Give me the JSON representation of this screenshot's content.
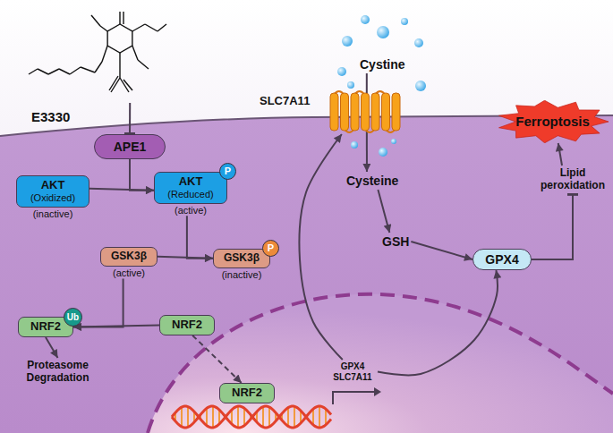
{
  "diagram": {
    "nodes": [
      {
        "text": [
          "E3330"
        ]
      },
      {
        "text": [
          "SLC7A11"
        ]
      },
      {
        "text": [
          "Cystine"
        ]
      },
      {
        "text": [
          "Ferroptosis"
        ]
      },
      {
        "text": [
          "APE1"
        ]
      },
      {
        "text": [
          "Cysteine"
        ]
      },
      {
        "text": [
          "Lipid peroxidation"
        ]
      },
      {
        "text": [
          "AKT",
          "(Oxidized)",
          "(inactive)"
        ]
      },
      {
        "text": [
          "AKT",
          "(Reduced)",
          "(active)"
        ]
      },
      {
        "text": [
          "P"
        ],
        "in": 8
      },
      {
        "text": [
          "GSH"
        ]
      },
      {
        "text": [
          "GPX4"
        ]
      },
      {
        "text": [
          "GSK3β",
          "(active)"
        ]
      },
      {
        "text": [
          "GSK3β",
          "(inactive)"
        ]
      },
      {
        "text": [
          "P"
        ],
        "in": 13
      },
      {
        "text": [
          "NRF2"
        ]
      },
      {
        "text": [
          "Ub"
        ],
        "in": 15
      },
      {
        "text": [
          "NRF2"
        ]
      },
      {
        "text": [
          "Proteasome Degradation"
        ]
      },
      {
        "text": [
          "NRF2"
        ]
      },
      {
        "text": [
          "GPX4 SLC7A11"
        ]
      }
    ],
    "edges": [
      {
        "from": 0,
        "to": 4,
        "arrow": "to"
      },
      {
        "from": 4,
        "to": 8,
        "arrow": "to"
      },
      {
        "from": 7,
        "to": 8,
        "arrow": "to"
      },
      {
        "from": 8,
        "to": 13,
        "arrow": "to"
      },
      {
        "from": 12,
        "to": 13,
        "arrow": "to"
      },
      {
        "from": 12,
        "to": 15,
        "arrow": "to"
      },
      {
        "from": 17,
        "to": 15,
        "arrow": "to"
      },
      {
        "from": 15,
        "to": 18,
        "arrow": "to"
      },
      {
        "from": 17,
        "to": 19,
        "arrow": "to"
      },
      {
        "from": 20,
        "to": 1,
        "arrow": "to"
      },
      {
        "from": 20,
        "to": 11,
        "arrow": "to"
      },
      {
        "from": 2,
        "to": 5,
        "arrow": "to"
      },
      {
        "from": 5,
        "to": 10,
        "arrow": "to"
      },
      {
        "from": 10,
        "to": 11,
        "arrow": "to"
      },
      {
        "from": 11,
        "to": 6,
        "arrow": "to"
      },
      {
        "from": 6,
        "to": 3,
        "arrow": "to"
      }
    ]
  }
}
